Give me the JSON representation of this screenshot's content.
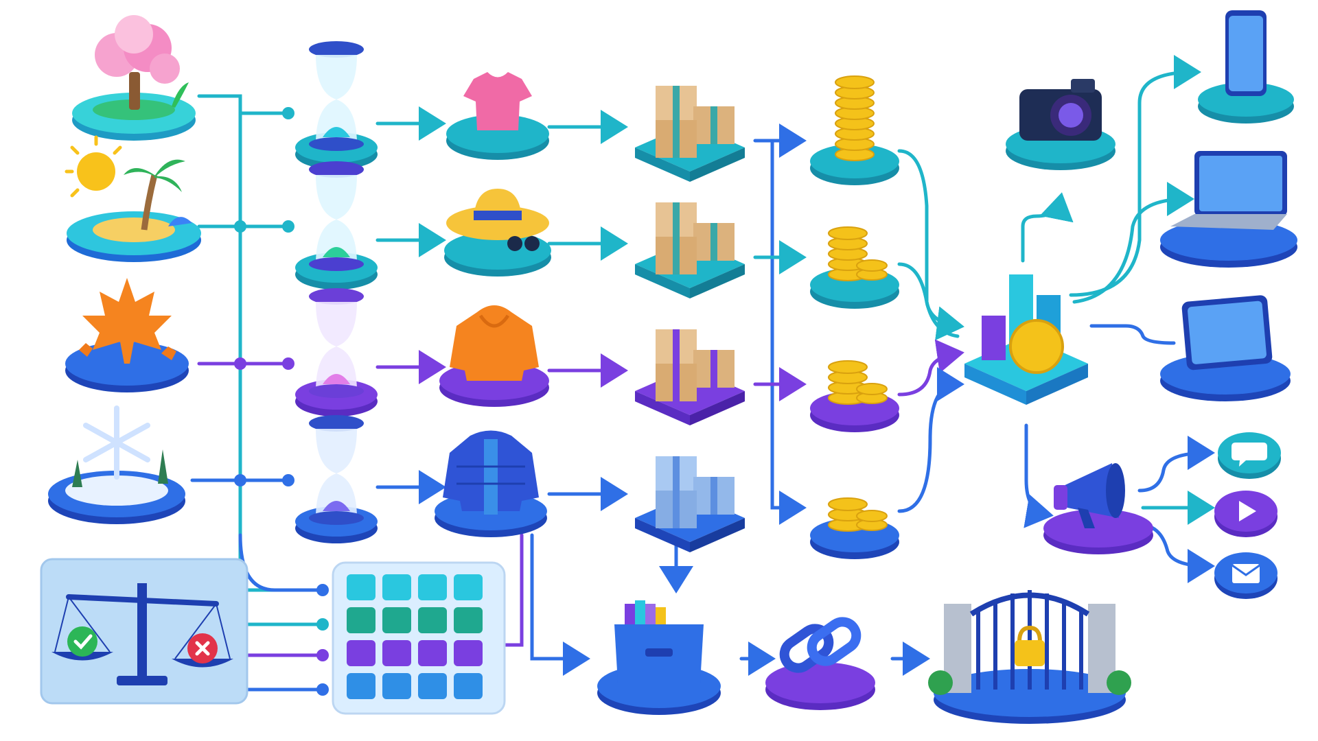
{
  "colors": {
    "teal": "#1fb5c9",
    "cyan": "#2ac7df",
    "blue": "#2f6fe6",
    "purple": "#7a3fe0",
    "darkblue": "#1e4fc9",
    "gold": "#f4c21a",
    "pink": "#f06aa6",
    "orange": "#f5841f"
  },
  "seasons": [
    {
      "name": "spring",
      "icon": "cherry-blossom-tree-icon",
      "color": "teal"
    },
    {
      "name": "summer",
      "icon": "sun-palm-beach-icon",
      "color": "teal"
    },
    {
      "name": "autumn",
      "icon": "maple-leaf-icon",
      "color": "purple"
    },
    {
      "name": "winter",
      "icon": "snowflake-pine-icon",
      "color": "blue"
    }
  ],
  "products": [
    {
      "icon": "t-shirt-icon",
      "color": "teal"
    },
    {
      "icon": "sun-hat-icon",
      "color": "teal"
    },
    {
      "icon": "hoodie-icon",
      "color": "purple"
    },
    {
      "icon": "winter-jacket-icon",
      "color": "blue"
    }
  ],
  "outputs": {
    "devices": [
      "smartphone-icon",
      "laptop-icon",
      "tablet-icon"
    ],
    "channels": [
      "chat-bubble-icon",
      "play-icon",
      "mail-icon"
    ]
  }
}
